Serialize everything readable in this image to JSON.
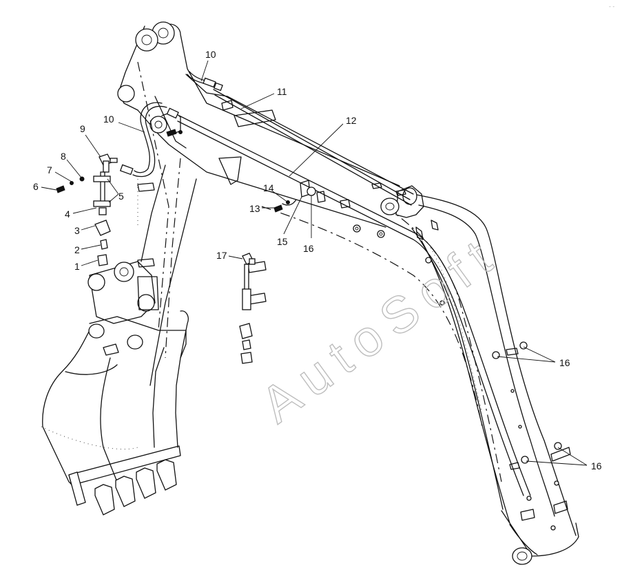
{
  "watermark": "AutoSoft",
  "corner_mark": "- -",
  "callouts": [
    {
      "id": "c1",
      "label": "1"
    },
    {
      "id": "c2",
      "label": "2"
    },
    {
      "id": "c3",
      "label": "3"
    },
    {
      "id": "c4",
      "label": "4"
    },
    {
      "id": "c5",
      "label": "5"
    },
    {
      "id": "c6",
      "label": "6"
    },
    {
      "id": "c7",
      "label": "7"
    },
    {
      "id": "c8",
      "label": "8"
    },
    {
      "id": "c9",
      "label": "9"
    },
    {
      "id": "c10a",
      "label": "10"
    },
    {
      "id": "c10b",
      "label": "10"
    },
    {
      "id": "c11",
      "label": "11"
    },
    {
      "id": "c12",
      "label": "12"
    },
    {
      "id": "c13",
      "label": "13"
    },
    {
      "id": "c14",
      "label": "14"
    },
    {
      "id": "c15",
      "label": "15"
    },
    {
      "id": "c16a",
      "label": "16"
    },
    {
      "id": "c16b",
      "label": "16"
    },
    {
      "id": "c16c",
      "label": "16"
    },
    {
      "id": "c17",
      "label": "17"
    }
  ]
}
